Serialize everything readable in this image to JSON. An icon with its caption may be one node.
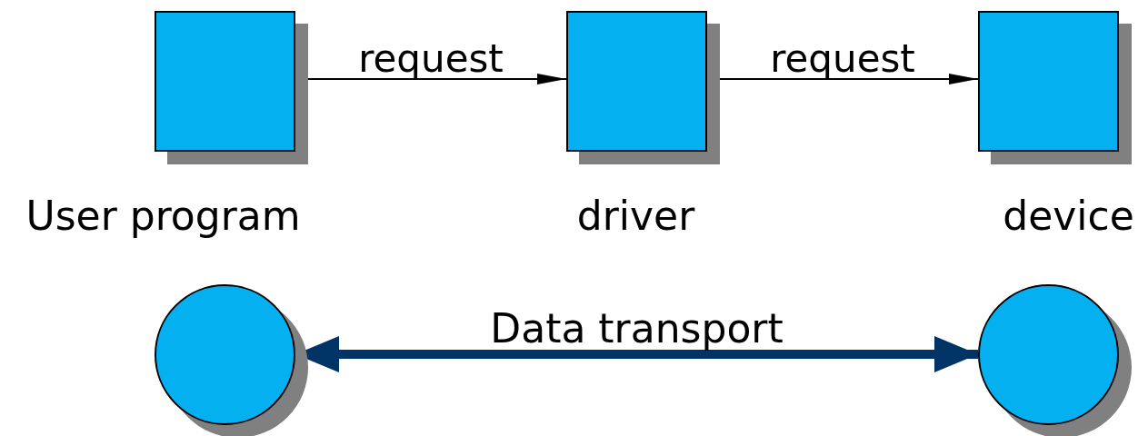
{
  "diagram": {
    "nodes": [
      {
        "text": [
          "User program"
        ]
      },
      {
        "text": [
          "driver"
        ]
      },
      {
        "text": [
          "device"
        ]
      },
      {
        "text": [],
        "shape": "circle"
      },
      {
        "text": [],
        "shape": "circle"
      }
    ],
    "edges": [
      {
        "from": 0,
        "to": 1,
        "arrow": "to",
        "label": "request"
      },
      {
        "from": 1,
        "to": 2,
        "arrow": "to",
        "label": "request"
      },
      {
        "from": 3,
        "to": 4,
        "arrow": "both",
        "label": "Data transport",
        "style": "thick",
        "color": "#003366"
      }
    ]
  }
}
